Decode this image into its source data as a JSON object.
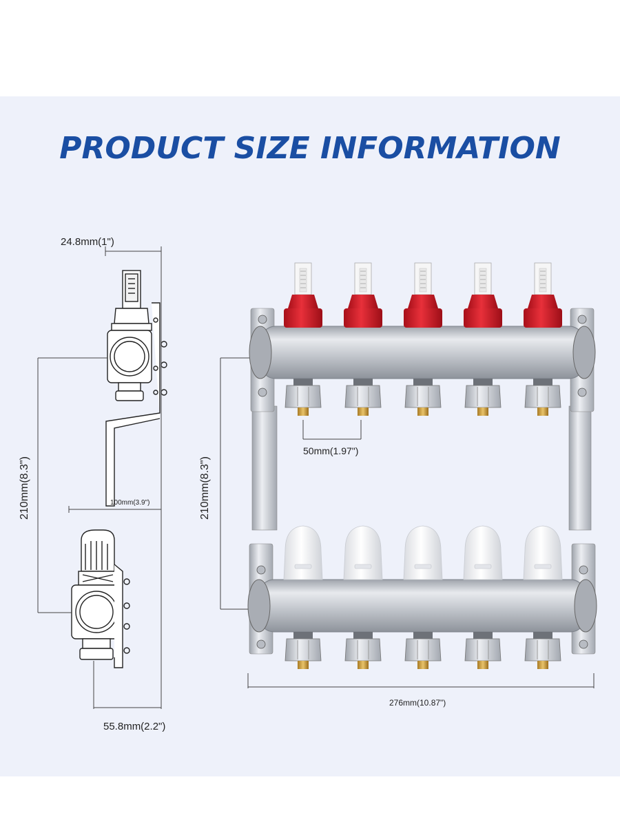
{
  "title": "PRODUCT SIZE INFORMATION",
  "side_view": {
    "top_width_label": "24.8mm(1\")",
    "height_label": "210mm(8.3\")",
    "depth_label": "100mm(3.9\")",
    "bottom_width_label": "55.8mm(2.2\")"
  },
  "front_view": {
    "height_label": "210mm(8.3\")",
    "spacing_label": "50mm(1.97\")",
    "width_label": "276mm(10.87\")",
    "outlet_count": 5
  },
  "colors": {
    "title": "#1a4ea3",
    "flowmeter_cap": "#d21a24",
    "valve_cap": "#f4f4f4",
    "steel": "#c9ccd2",
    "background_panel": "#eef1fa"
  }
}
